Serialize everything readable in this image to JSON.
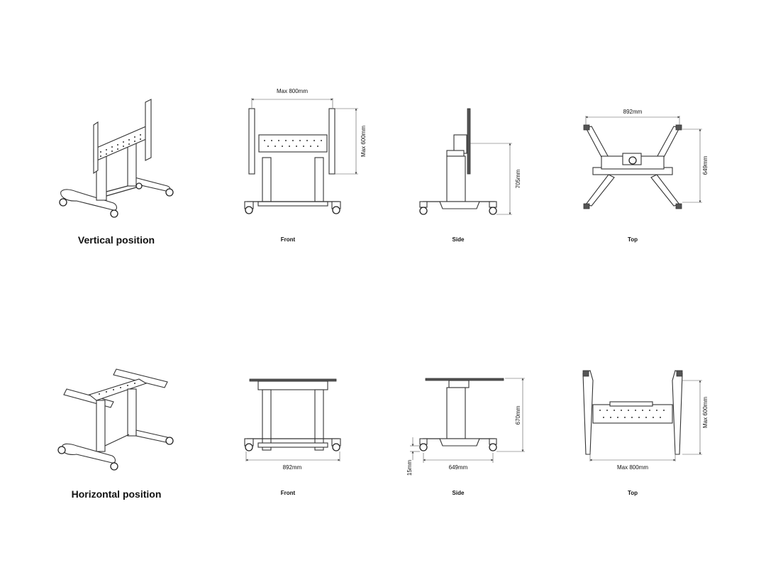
{
  "rows": {
    "vertical": {
      "title": "Vertical position",
      "views": {
        "front": {
          "caption": "Front",
          "width_label": "Max 800mm",
          "height_label": "Max 600mm"
        },
        "side": {
          "caption": "Side",
          "height_label": "705mm"
        },
        "top": {
          "caption": "Top",
          "width_label": "892mm",
          "depth_label": "649mm"
        }
      }
    },
    "horizontal": {
      "title": "Horizontal position",
      "views": {
        "front": {
          "caption": "Front",
          "width_label": "892mm"
        },
        "side": {
          "caption": "Side",
          "height_label": "670mm",
          "depth_label": "649mm",
          "clearance_label": "15mm"
        },
        "top": {
          "caption": "Top",
          "width_label": "Max 800mm",
          "height_label": "Max 600mm"
        }
      }
    }
  }
}
